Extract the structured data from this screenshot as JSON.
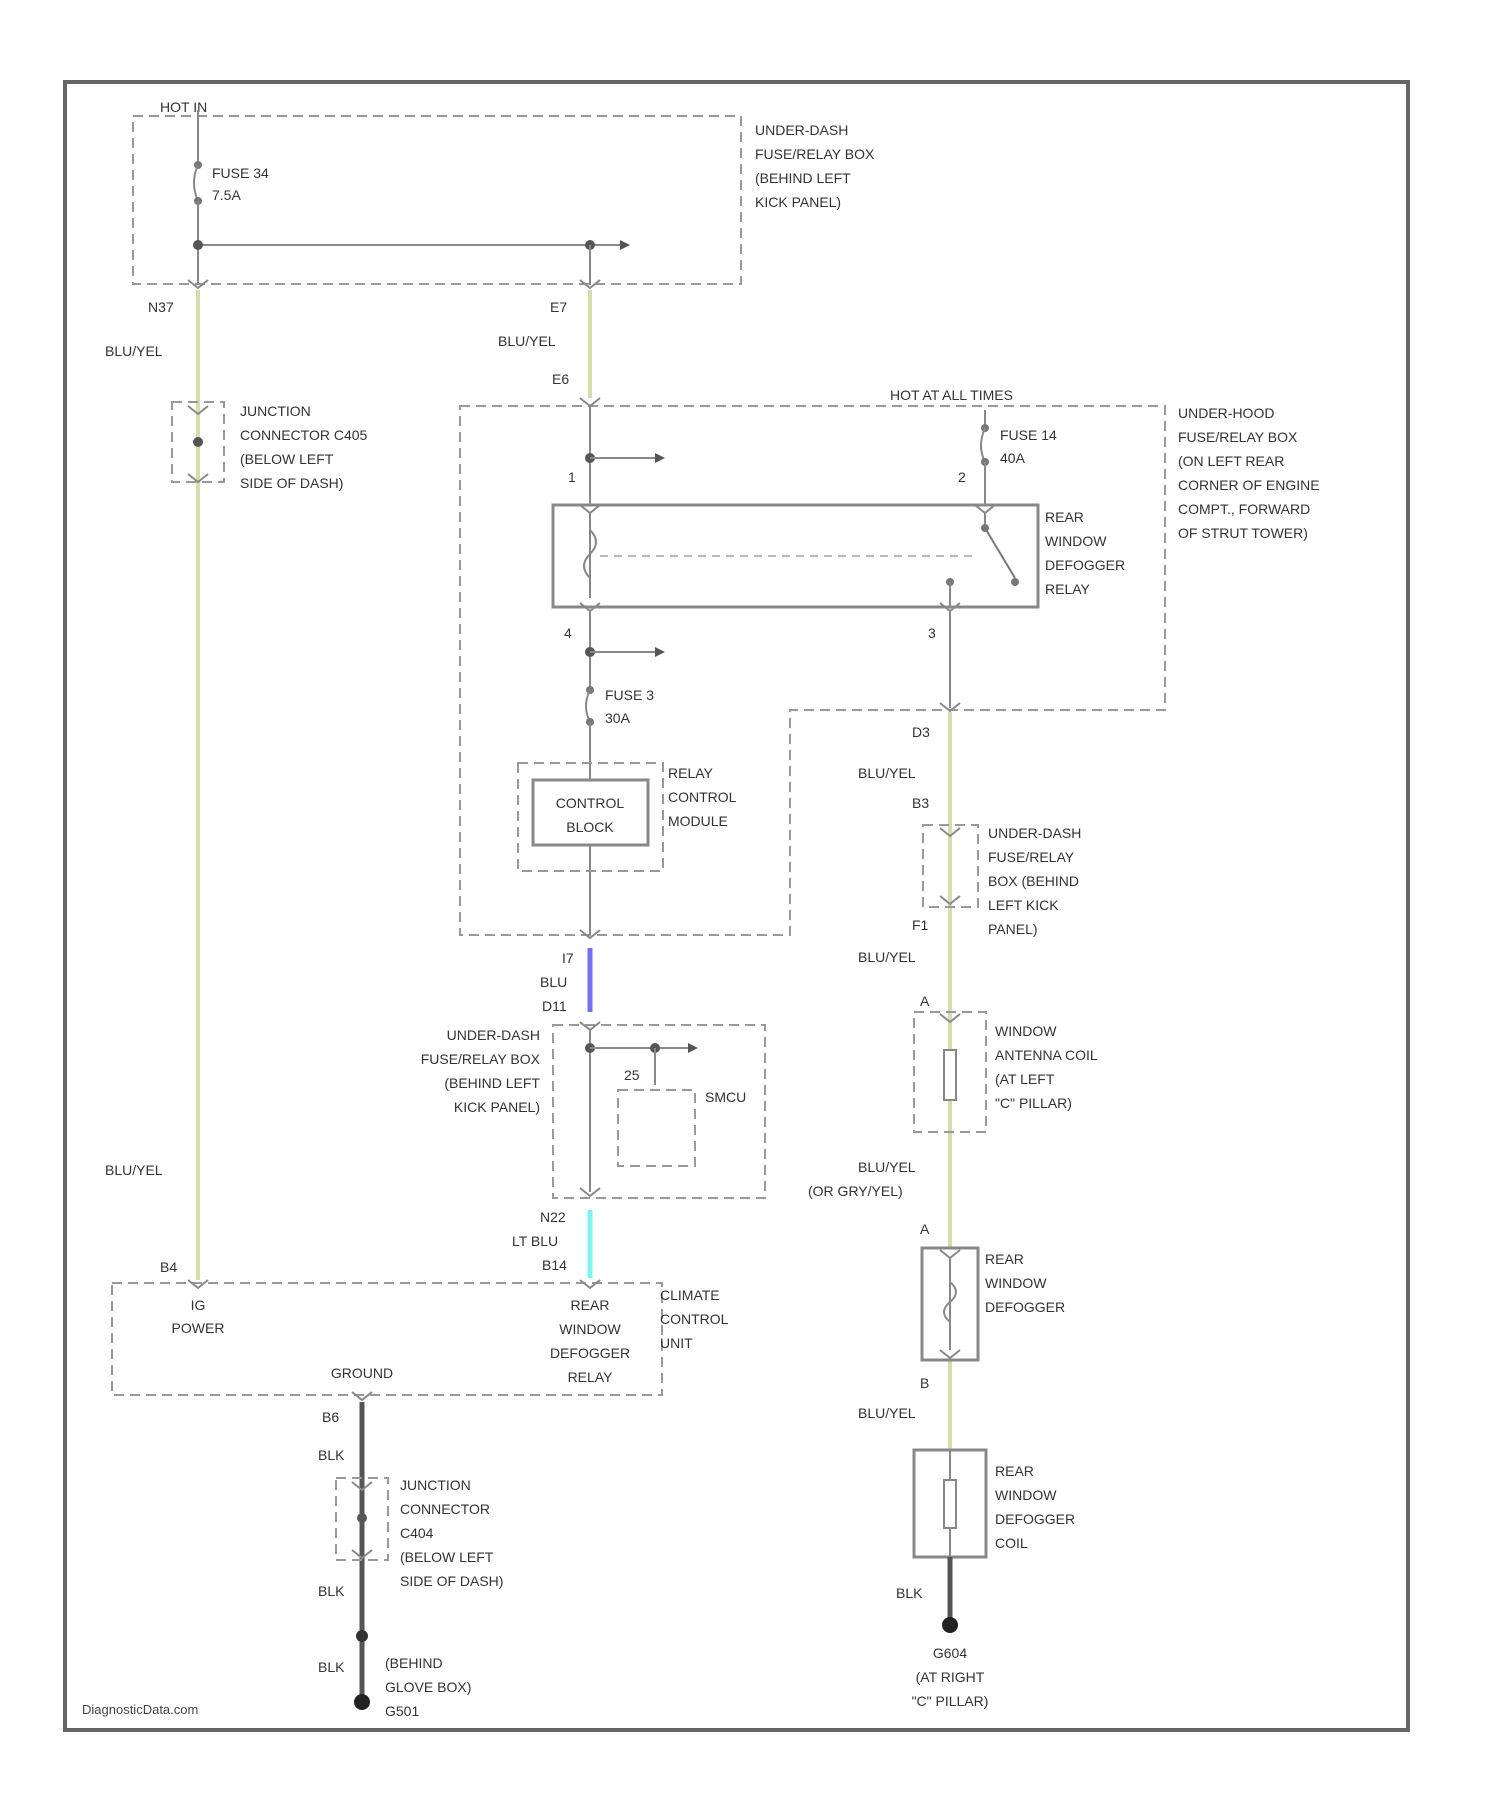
{
  "top": {
    "hot_in": "HOT IN",
    "fuse_34": [
      "FUSE 34",
      "7.5A"
    ],
    "underdash_box_1": [
      "UNDER-DASH",
      "FUSE/RELAY BOX",
      "(BEHIND LEFT",
      "KICK PANEL)"
    ],
    "pin_n37": "N37",
    "pin_e7": "E7",
    "wire_bluyel_1": "BLU/YEL",
    "wire_bluyel_2": "BLU/YEL",
    "pin_e6": "E6"
  },
  "junction_upper": [
    "JUNCTION",
    "CONNECTOR C405",
    "(BELOW LEFT",
    "SIDE OF DASH)"
  ],
  "underhood": {
    "hot_all_times": "HOT AT ALL TIMES",
    "fuse_14": [
      "FUSE 14",
      "40A"
    ],
    "box": [
      "UNDER-HOOD",
      "FUSE/RELAY BOX",
      "(ON LEFT REAR",
      "CORNER OF ENGINE",
      "COMPT., FORWARD",
      "OF STRUT TOWER)"
    ],
    "relay": [
      "REAR",
      "WINDOW",
      "DEFOGGER",
      "RELAY"
    ],
    "pin_1": "1",
    "pin_2": "2",
    "pin_4": "4",
    "pin_3": "3",
    "fuse_3": [
      "FUSE 3",
      "30A"
    ],
    "control_block": [
      "CONTROL",
      "BLOCK"
    ],
    "rcm": [
      "RELAY",
      "CONTROL",
      "MODULE"
    ],
    "pin_d3": "D3"
  },
  "left_wire": {
    "bluyel": "BLU/YEL",
    "pin_b4": "B4"
  },
  "mid": {
    "pin_i7": "I7",
    "blu": "BLU",
    "pin_d11": "D11",
    "underdash_box_2": [
      "UNDER-DASH",
      "FUSE/RELAY BOX",
      "(BEHIND LEFT",
      "KICK PANEL)"
    ],
    "pin_25": "25",
    "smcu": "SMCU",
    "pin_n22": "N22",
    "ltblu": "LT BLU",
    "pin_b14": "B14"
  },
  "right": {
    "bluyel_1": "BLU/YEL",
    "pin_b3": "B3",
    "underdash_box_3": [
      "UNDER-DASH",
      "FUSE/RELAY",
      "BOX (BEHIND",
      "LEFT KICK",
      "PANEL)"
    ],
    "pin_f1": "F1",
    "bluyel_2": "BLU/YEL",
    "pin_a1": "A",
    "antenna": [
      "WINDOW",
      "ANTENNA COIL",
      "(AT LEFT",
      "\"C\" PILLAR)"
    ],
    "bluyel_3": [
      "BLU/YEL",
      "(OR GRY/YEL)"
    ],
    "pin_a2": "A",
    "defogger": [
      "REAR",
      "WINDOW",
      "DEFOGGER"
    ],
    "pin_b": "B",
    "bluyel_4": "BLU/YEL",
    "defogger_coil": [
      "REAR",
      "WINDOW",
      "DEFOGGER",
      "COIL"
    ],
    "blk": "BLK",
    "ground_g604": [
      "G604",
      "(AT RIGHT",
      "\"C\" PILLAR)"
    ]
  },
  "climate": {
    "ig_power": [
      "IG",
      "POWER"
    ],
    "relay_label": [
      "REAR",
      "WINDOW",
      "DEFOGGER",
      "RELAY"
    ],
    "unit": [
      "CLIMATE",
      "CONTROL",
      "UNIT"
    ],
    "ground": "GROUND",
    "pin_b6": "B6"
  },
  "bottom_left": {
    "blk_1": "BLK",
    "junction": [
      "JUNCTION",
      "CONNECTOR",
      "C404",
      "(BELOW LEFT",
      "SIDE OF DASH)"
    ],
    "blk_2": "BLK",
    "blk_3": "BLK",
    "g501": [
      "(BEHIND",
      "GLOVE BOX)",
      "G501"
    ]
  },
  "footer": "DiagnosticData.com",
  "colors": {
    "bluyel_wire": "#d8dca8",
    "blu_wire": "#7070f0",
    "ltblu_wire": "#7ff2f2",
    "frame": "#666666"
  }
}
